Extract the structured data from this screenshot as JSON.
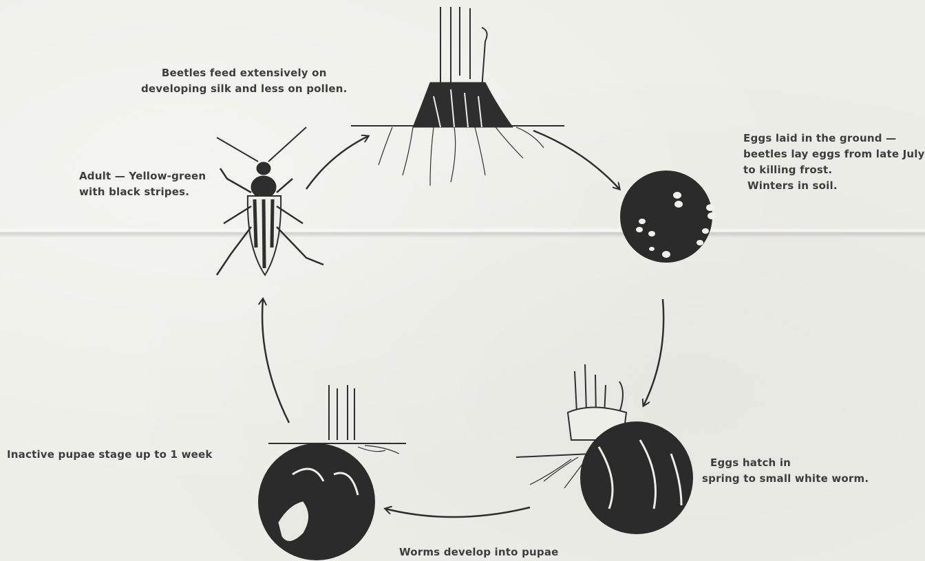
{
  "labels": {
    "beetles_feed": [
      "Beetles feed extensively on",
      "developing silk and less on pollen."
    ],
    "adult": [
      "Adult — Yellow-green",
      "with black stripes."
    ],
    "eggs_laid": [
      "Eggs laid in the ground —",
      "beetles lay eggs from late July",
      "to killing frost.",
      "Winters in soil."
    ],
    "eggs_hatch": [
      "Eggs hatch in",
      "spring to small white worm."
    ],
    "pupae_stage": [
      "Inactive pupae stage up to 1 week"
    ],
    "worms_develop": [
      "Worms develop into pupae"
    ]
  },
  "colors": {
    "paper": "#eeeee8",
    "ink": "#2e2e2e",
    "text": "#3d3d3d"
  }
}
